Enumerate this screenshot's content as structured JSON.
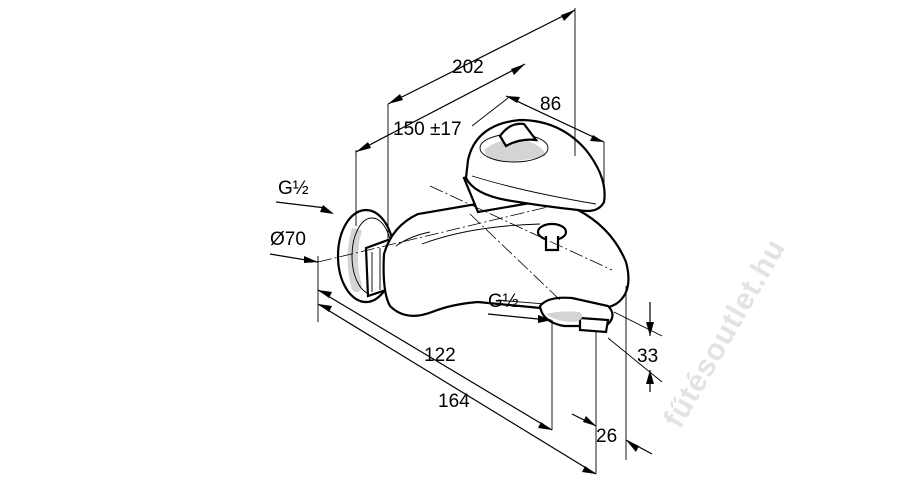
{
  "dimensions": {
    "d202": "202",
    "d86": "86",
    "d150": "150 ±17",
    "g_inlet": "G½",
    "d70": "Ø70",
    "g_outlet": "G½",
    "d122": "122",
    "d164": "164",
    "d33": "33",
    "d26": "26"
  },
  "watermark": "fűtésoutlet.hu"
}
